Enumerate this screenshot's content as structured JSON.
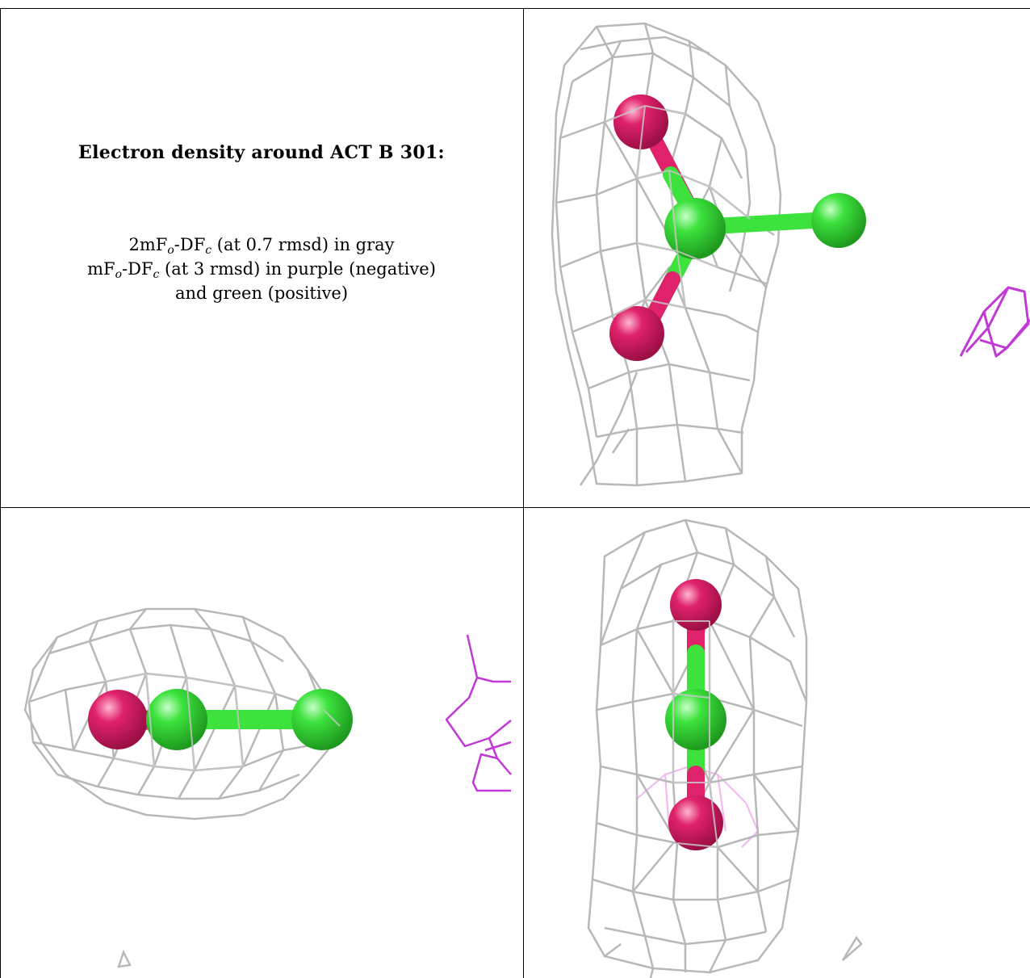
{
  "caption": {
    "title": "Electron density around ACT B 301:",
    "line1_pre": "2mF",
    "line1_sub1": "o",
    "line1_mid": "-DF",
    "line1_sub2": "c",
    "line1_post": " (at 0.7 rmsd) in gray",
    "line2_pre": "mF",
    "line2_sub1": "o",
    "line2_mid": "-DF",
    "line2_sub2": "c",
    "line2_post": " (at 3 rmsd) in purple (negative)",
    "line3": "and green (positive)"
  },
  "colors": {
    "mesh_gray": "#b8b8b8",
    "negative_purple": "#c13ad6",
    "carbon_green": "#3de23d",
    "oxygen_pink": "#e0226a"
  },
  "views": [
    {
      "id": "view-top-right",
      "atoms": [
        "O",
        "O",
        "C",
        "C"
      ]
    },
    {
      "id": "view-bottom-left",
      "atoms": [
        "O",
        "C",
        "C"
      ]
    },
    {
      "id": "view-bottom-right",
      "atoms": [
        "O",
        "C",
        "O"
      ]
    }
  ]
}
